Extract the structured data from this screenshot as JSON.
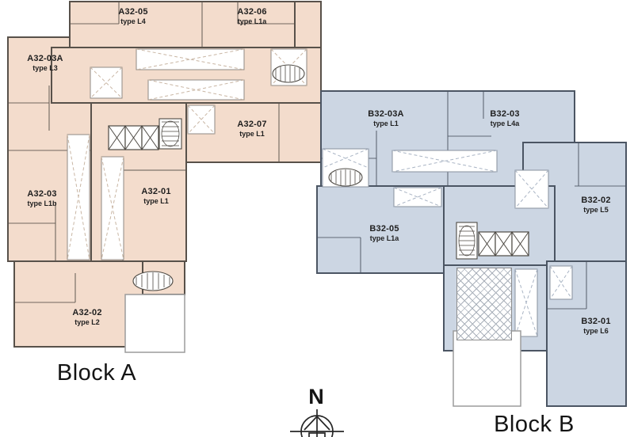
{
  "colors": {
    "blockA_fill": "#f3dccc",
    "blockA_wall": "#58514a",
    "blockB_fill": "#ccd6e3",
    "blockB_wall": "#4b5563",
    "lightwell_dash_a": "#c9b6a4",
    "lightwell_dash_b": "#a9b4c4",
    "label_ink": "#1f1f1f"
  },
  "compass": {
    "label": "N"
  },
  "blocks": [
    {
      "name": "Block A",
      "units": [
        {
          "id": "A32-05",
          "type": "type L4"
        },
        {
          "id": "A32-06",
          "type": "type L1a"
        },
        {
          "id": "A32-03A",
          "type": "type L3"
        },
        {
          "id": "A32-07",
          "type": "type L1"
        },
        {
          "id": "A32-03",
          "type": "type L1b"
        },
        {
          "id": "A32-01",
          "type": "type L1"
        },
        {
          "id": "A32-02",
          "type": "type L2"
        }
      ]
    },
    {
      "name": "Block B",
      "units": [
        {
          "id": "B32-03A",
          "type": "type L1"
        },
        {
          "id": "B32-03",
          "type": "type L4a"
        },
        {
          "id": "B32-05",
          "type": "type L1a"
        },
        {
          "id": "B32-02",
          "type": "type L5"
        },
        {
          "id": "B32-01",
          "type": "type L6"
        }
      ]
    }
  ]
}
